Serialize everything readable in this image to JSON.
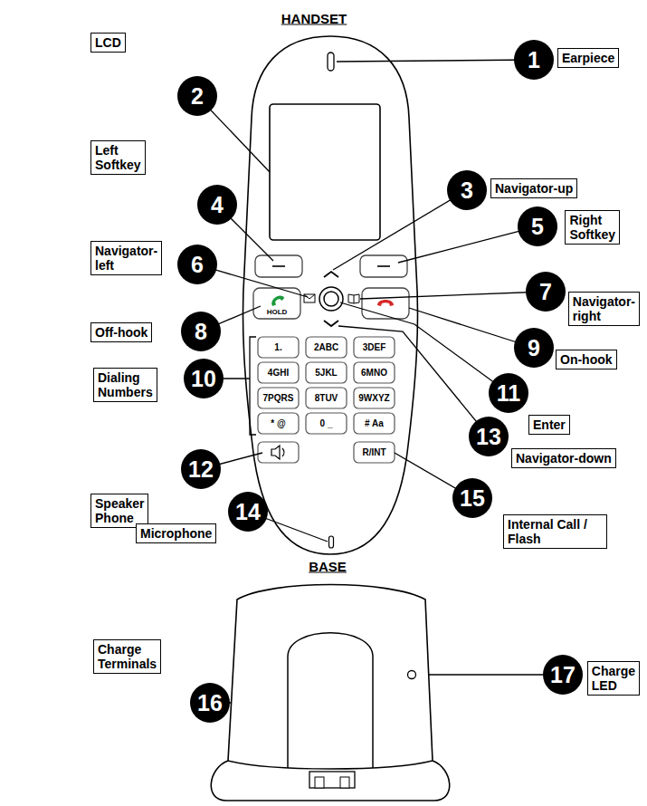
{
  "diagram": {
    "nodes": [
      {
        "text": [
          "1"
        ]
      },
      {
        "text": [
          "Earpiece"
        ]
      },
      {
        "text": [
          "2"
        ]
      },
      {
        "text": [
          "LCD"
        ]
      },
      {
        "text": [
          "3"
        ]
      },
      {
        "text": [
          "Navigator-up"
        ]
      },
      {
        "text": [
          "4"
        ]
      },
      {
        "text": [
          "Left Softkey"
        ]
      },
      {
        "text": [
          "5"
        ]
      },
      {
        "text": [
          "Right Softkey"
        ]
      },
      {
        "text": [
          "6"
        ]
      },
      {
        "text": [
          "Navigator- left"
        ]
      },
      {
        "text": [
          "7"
        ]
      },
      {
        "text": [
          "Navigator- right"
        ]
      },
      {
        "text": [
          "8"
        ]
      },
      {
        "text": [
          "Off-hook"
        ]
      },
      {
        "text": [
          "9"
        ]
      },
      {
        "text": [
          "On-hook"
        ]
      },
      {
        "text": [
          "10"
        ]
      },
      {
        "text": [
          "Dialing Numbers"
        ]
      },
      {
        "text": [
          "11"
        ]
      },
      {
        "text": [
          "Enter"
        ]
      },
      {
        "text": [
          "12"
        ]
      },
      {
        "text": [
          "Speaker Phone"
        ]
      },
      {
        "text": [
          "13"
        ]
      },
      {
        "text": [
          "Navigator-down"
        ]
      },
      {
        "text": [
          "14"
        ]
      },
      {
        "text": [
          "Microphone"
        ]
      },
      {
        "text": [
          "15"
        ]
      },
      {
        "text": [
          "Internal Call / Flash"
        ]
      },
      {
        "text": [
          "16"
        ]
      },
      {
        "text": [
          "Charge Terminals"
        ]
      },
      {
        "text": [
          "17"
        ]
      },
      {
        "text": [
          "Charge LED"
        ]
      }
    ],
    "labels": [
      "HANDSET",
      "1.",
      "2ABC",
      "3DEF",
      "4GHI",
      "5JKL",
      "6MNO",
      "7PQRS",
      "8TUV",
      "9WXYZ",
      "* @",
      "0 _",
      "# Aa",
      "HOLD",
      "R/INT",
      "BASE"
    ]
  }
}
